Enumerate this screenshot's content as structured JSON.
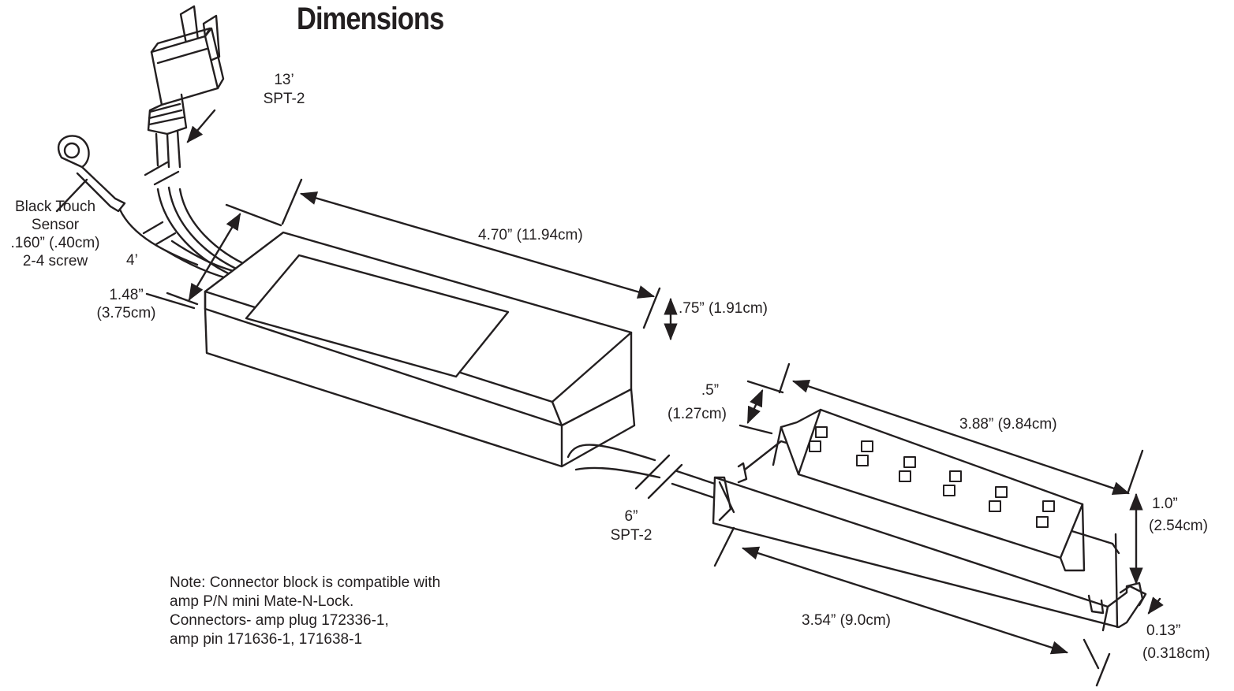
{
  "title": "Dimensions",
  "labels": {
    "cord_length": "13’",
    "cord_type": "SPT-2",
    "sensor_l1": "Black Touch",
    "sensor_l2": "Sensor",
    "sensor_l3": ".160” (.40cm)",
    "sensor_l4": "2-4 screw",
    "sensor_length": "4’",
    "width_in": "1.48”",
    "width_cm": "(3.75cm)",
    "length": "4.70” (11.94cm)",
    "height": ".75” (1.91cm)",
    "block_height_in": ".5”",
    "block_height_cm": "(1.27cm)",
    "block_length": "3.88” (9.84cm)",
    "output_length": "6”",
    "output_type": "SPT-2",
    "block_total_in": "1.0”",
    "block_total_cm": "(2.54cm)",
    "base_length": "3.54” (9.0cm)",
    "flange_in": "0.13”",
    "flange_cm": "(0.318cm)"
  },
  "note": {
    "line1": "Note: Connector block is compatible with",
    "line2": "amp P/N mini Mate-N-Lock.",
    "line3": "Connectors- amp plug 172336-1,",
    "line4": "amp pin 171636-1, 171638-1"
  }
}
